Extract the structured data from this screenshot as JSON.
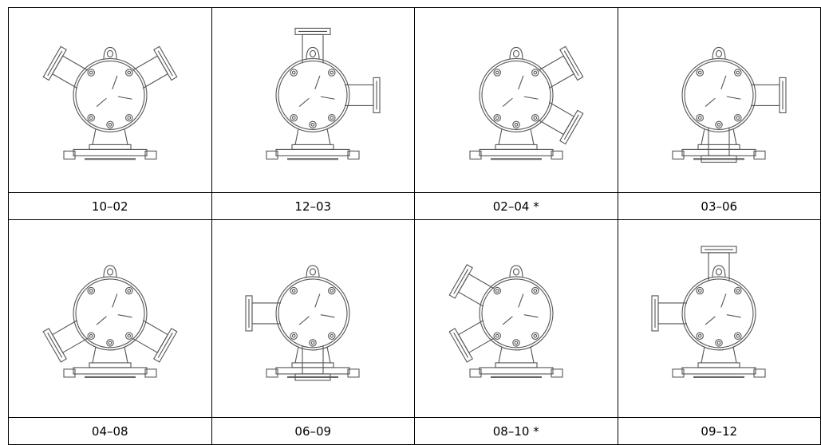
{
  "cells": [
    {
      "label": "10–02",
      "pipes": [
        300,
        60
      ],
      "bracket_pipe": 0
    },
    {
      "label": "12–03",
      "pipes": [
        0,
        90
      ],
      "bracket_pipe": 0
    },
    {
      "label": "02–04 *",
      "pipes": [
        60,
        120
      ],
      "bracket_pipe": 0
    },
    {
      "label": "03–06",
      "pipes": [
        90,
        180
      ],
      "bracket_pipe": 1
    },
    {
      "label": "04–08",
      "pipes": [
        120,
        240
      ],
      "bracket_pipe": 0
    },
    {
      "label": "06–09",
      "pipes": [
        180,
        270
      ],
      "bracket_pipe": 0
    },
    {
      "label": "08–10 *",
      "pipes": [
        240,
        300
      ],
      "bracket_pipe": 0
    },
    {
      "label": "09–12",
      "pipes": [
        270,
        0
      ],
      "bracket_pipe": 0
    }
  ]
}
